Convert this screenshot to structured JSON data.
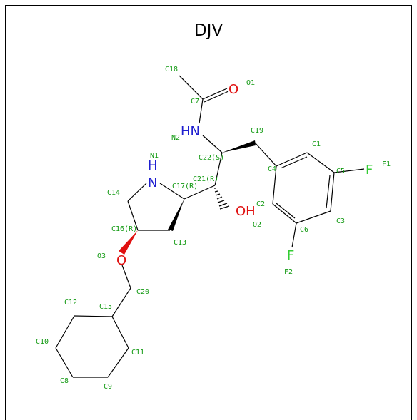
{
  "title": "DJV",
  "colors": {
    "carbon_label": "#119911",
    "nitrogen": "#1f1fd0",
    "oxygen": "#e01010",
    "fluorine": "#33cc33",
    "bond": "#000000"
  },
  "elements": {
    "n_amide": "HN",
    "n_ring": "N",
    "n_ring_h": "H",
    "o_carbonyl": "O",
    "o_hydroxyl": "OH",
    "o_ether": "O",
    "f1": "F",
    "f2": "F"
  },
  "atom_labels": {
    "c18": "C18",
    "o1": "O1",
    "c7": "C7",
    "n2": "N2",
    "c19": "C19",
    "c1": "C1",
    "n1": "N1",
    "c22": "C22(S)",
    "c4": "C4",
    "c5": "C5",
    "f1": "F1",
    "c21": "C21(R)",
    "c17": "C17(R)",
    "c14": "C14",
    "c2": "C2",
    "o2": "O2",
    "c3": "C3",
    "c6": "C6",
    "c16": "C16(R)",
    "c13": "C13",
    "f2": "F2",
    "o3": "O3",
    "c20": "C20",
    "c12": "C12",
    "c15": "C15",
    "c10": "C10",
    "c11": "C11",
    "c8": "C8",
    "c9": "C9"
  }
}
